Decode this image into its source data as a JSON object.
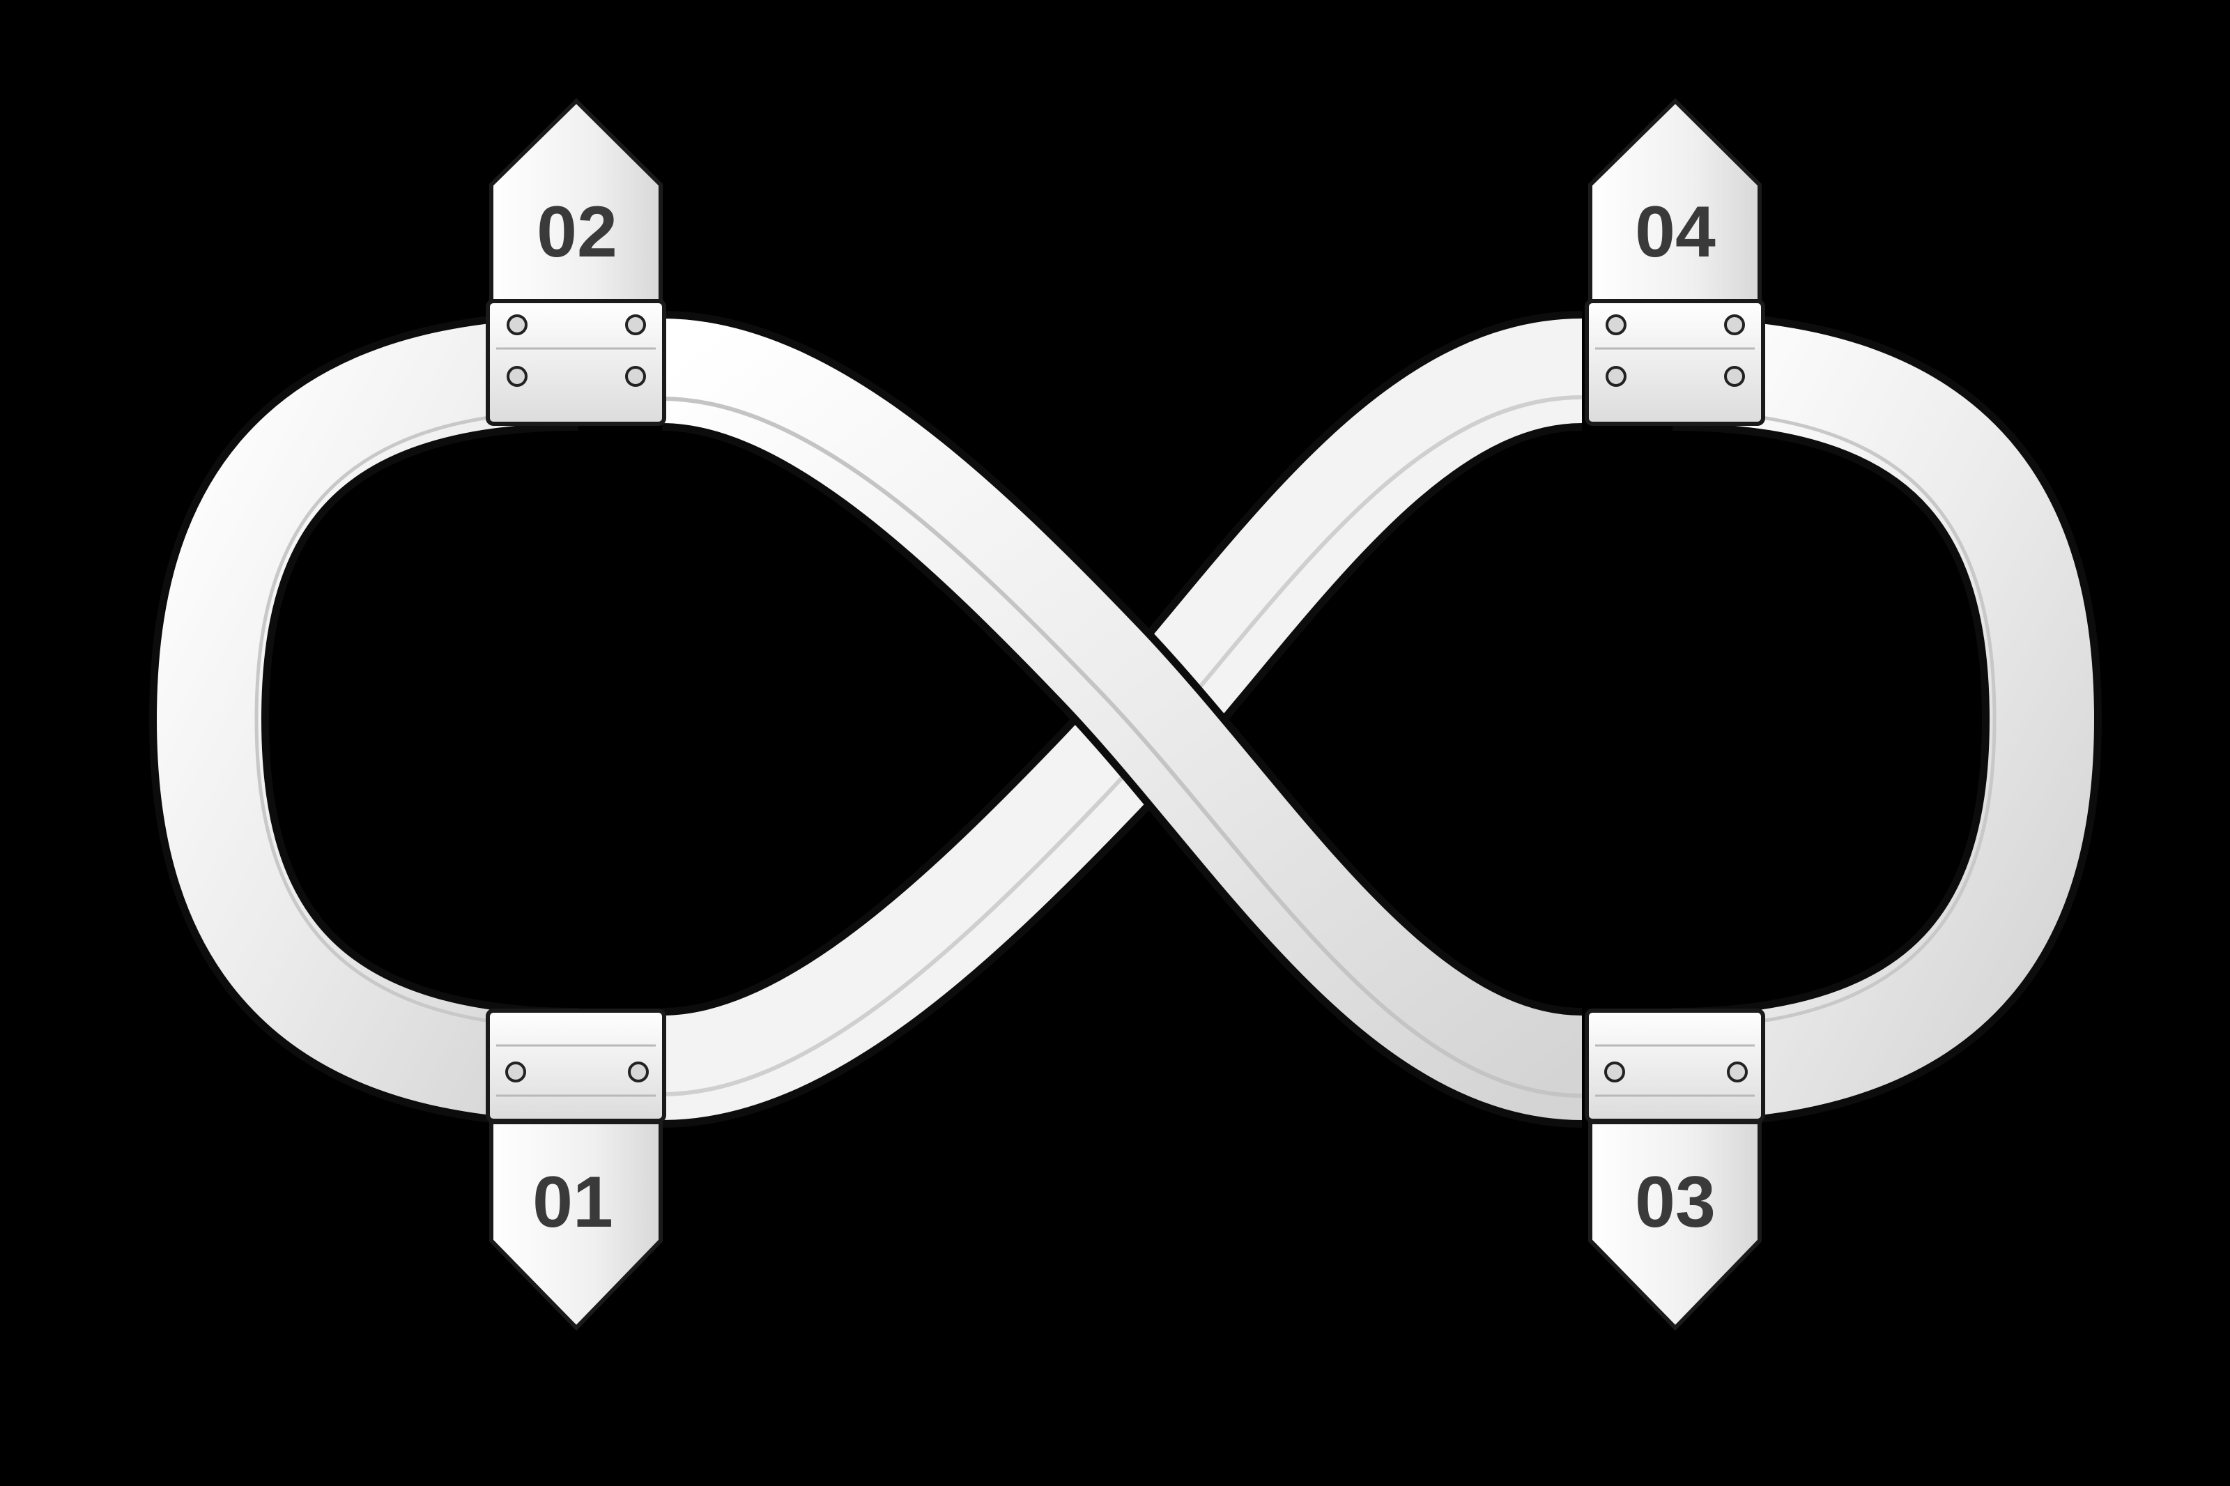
{
  "diagram": {
    "background_color": "#000000",
    "tube_color": "#f2f2f2",
    "outline_color": "#1a1a1a",
    "label_text_color": "#3a3a3a",
    "markers": [
      {
        "label": "01"
      },
      {
        "label": "02"
      },
      {
        "label": "03"
      },
      {
        "label": "04"
      }
    ]
  }
}
